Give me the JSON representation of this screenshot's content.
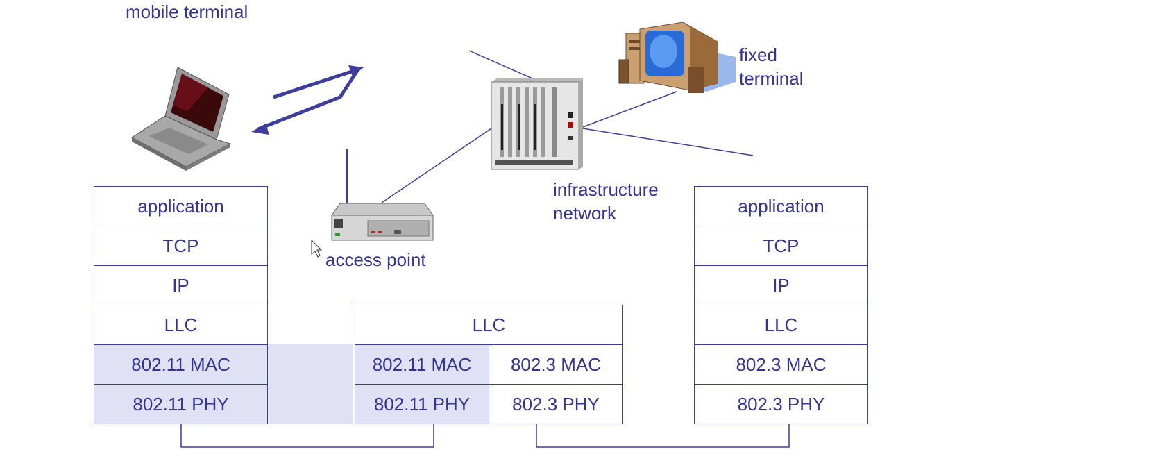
{
  "labels": {
    "mobile_terminal": "mobile terminal",
    "fixed_terminal": "fixed\nterminal",
    "infrastructure_network": "infrastructure\nnetwork",
    "access_point": "access point"
  },
  "stacks": {
    "mobile": [
      "application",
      "TCP",
      "IP",
      "LLC",
      "802.11 MAC",
      "802.11 PHY"
    ],
    "fixed": [
      "application",
      "TCP",
      "IP",
      "LLC",
      "802.3 MAC",
      "802.3 PHY"
    ],
    "access_point": {
      "llc": "LLC",
      "wireless": [
        "802.11 MAC",
        "802.11 PHY"
      ],
      "wired": [
        "802.3 MAC",
        "802.3 PHY"
      ]
    }
  },
  "colors": {
    "text": "#33339a",
    "border": "#3d3d9e",
    "wireless_fill": "#e1e1f5"
  }
}
